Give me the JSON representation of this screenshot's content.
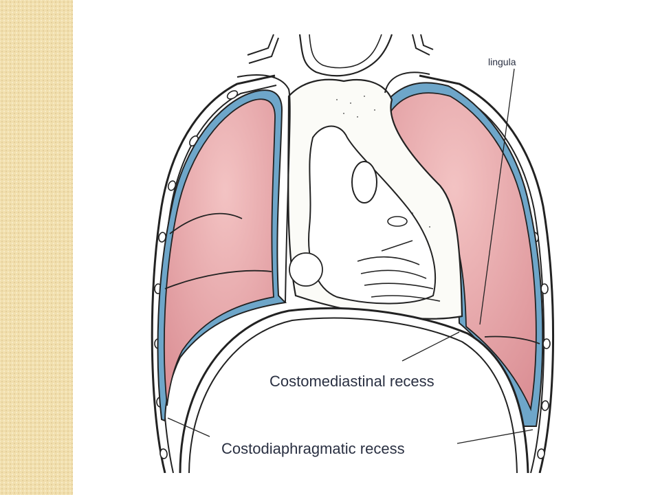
{
  "diagram": {
    "labels": {
      "lingula": "lingula",
      "costomediastinal": "Costomediastinal recess",
      "costodiaphragmatic": "Costodiaphragmatic recess"
    },
    "colors": {
      "lung": "#dc8e93",
      "lung_light": "#edb3b4",
      "pleura": "#6ea6c9",
      "outline": "#222222",
      "side_band": "#f1dfae"
    }
  }
}
